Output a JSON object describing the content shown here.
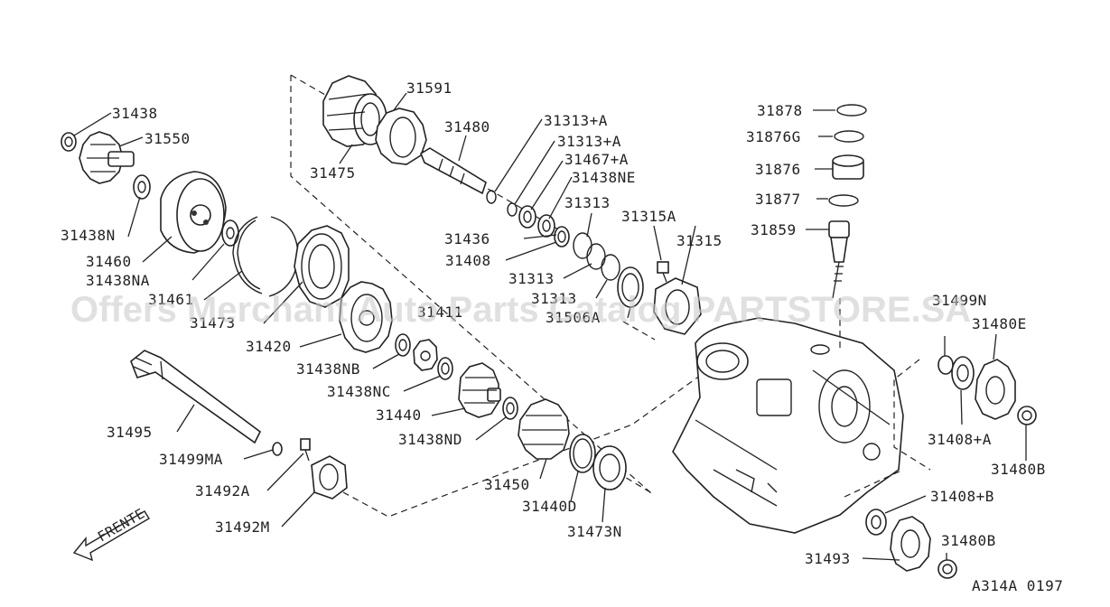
{
  "parts": [
    {
      "num": "31438"
    },
    {
      "num": "31550"
    },
    {
      "num": "31438N"
    },
    {
      "num": "31460"
    },
    {
      "num": "31438NA"
    },
    {
      "num": "31461"
    },
    {
      "num": "31473"
    },
    {
      "num": "31420"
    },
    {
      "num": "31438NB"
    },
    {
      "num": "31438NC"
    },
    {
      "num": "31440"
    },
    {
      "num": "31438ND"
    },
    {
      "num": "31450"
    },
    {
      "num": "31440D"
    },
    {
      "num": "31473N"
    },
    {
      "num": "31495"
    },
    {
      "num": "31499MA"
    },
    {
      "num": "31492A"
    },
    {
      "num": "31492M"
    },
    {
      "num": "31475"
    },
    {
      "num": "31591"
    },
    {
      "num": "31480"
    },
    {
      "num": "31313+A"
    },
    {
      "num": "31313+A"
    },
    {
      "num": "31467+A"
    },
    {
      "num": "31438NE"
    },
    {
      "num": "31313"
    },
    {
      "num": "31436"
    },
    {
      "num": "31408"
    },
    {
      "num": "31313"
    },
    {
      "num": "31313"
    },
    {
      "num": "31506A"
    },
    {
      "num": "31315A"
    },
    {
      "num": "31315"
    },
    {
      "num": "31878"
    },
    {
      "num": "31876G"
    },
    {
      "num": "31876"
    },
    {
      "num": "31877"
    },
    {
      "num": "31859"
    },
    {
      "num": "31499N"
    },
    {
      "num": "31480E"
    },
    {
      "num": "31408+A"
    },
    {
      "num": "31480B"
    },
    {
      "num": "31408+B"
    },
    {
      "num": "31493"
    },
    {
      "num": "31480B"
    },
    {
      "num": "31411"
    }
  ],
  "direction_label": "FRENTE",
  "diagram_code": "A314A 0197",
  "watermark": "Offers Merchant Auto Parts Catalog PARTSTORE.SA"
}
